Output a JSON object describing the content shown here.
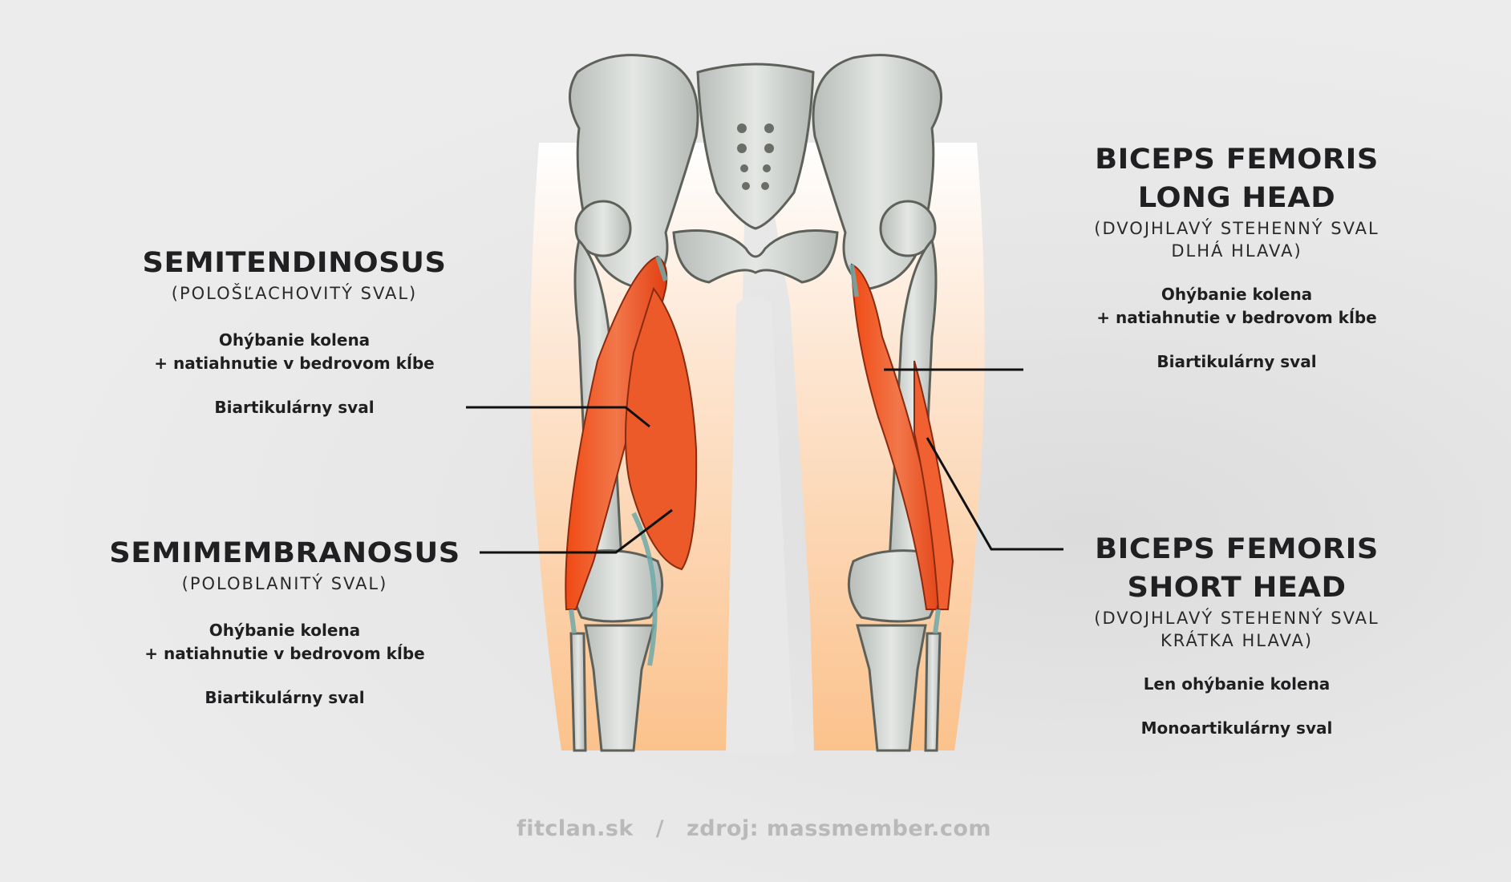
{
  "labels": {
    "semitendinosus": {
      "title": "SEMITENDINOSUS",
      "subtitle": "(POLOŠĽACHOVITÝ SVAL)",
      "function_line1": "Ohýbanie kolena",
      "function_line2": "+ natiahnutie v bedrovom kĺbe",
      "type": "Biartikulárny sval"
    },
    "semimembranosus": {
      "title": "SEMIMEMBRANOSUS",
      "subtitle": "(POLOBLANITÝ SVAL)",
      "function_line1": "Ohýbanie kolena",
      "function_line2": "+ natiahnutie v bedrovom kĺbe",
      "type": "Biartikulárny sval"
    },
    "biceps_long": {
      "title_line1": "BICEPS FEMORIS",
      "title_line2": "LONG HEAD",
      "subtitle_line1": "(DVOJHLAVÝ STEHENNÝ SVAL",
      "subtitle_line2": "DLHÁ HLAVA)",
      "function_line1": "Ohýbanie kolena",
      "function_line2": "+ natiahnutie v bedrovom kĺbe",
      "type": "Biartikulárny sval"
    },
    "biceps_short": {
      "title_line1": "BICEPS FEMORIS",
      "title_line2": "SHORT HEAD",
      "subtitle_line1": "(DVOJHLAVÝ STEHENNÝ SVAL",
      "subtitle_line2": "KRÁTKA HLAVA)",
      "function_line1": "Len ohýbanie kolena",
      "type": "Monoartikulárny sval"
    }
  },
  "footer": {
    "site": "fitclan.sk",
    "separator": "/",
    "source": "zdroj: massmember.com"
  },
  "colors": {
    "muscle": "#e8461e",
    "bone": "#c9cdca",
    "skin": "#fbc591",
    "text": "#1f1f21"
  }
}
